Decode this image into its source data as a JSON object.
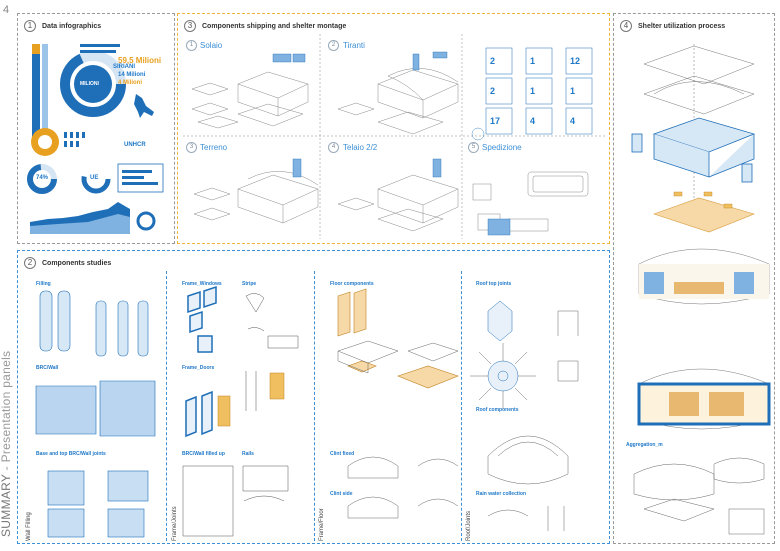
{
  "page": {
    "number": "4"
  },
  "side_title": {
    "bold": "SUMMARY",
    "rest": " - Presentation panels"
  },
  "panels": {
    "p1": {
      "num": "1",
      "title": "Data infographics"
    },
    "p2": {
      "num": "2",
      "title": "Components studies"
    },
    "p3": {
      "num": "3",
      "title": "Components shipping and shelter montage"
    },
    "p4": {
      "num": "4",
      "title": "Shelter utilization process"
    }
  },
  "p1": {
    "stats": [
      "59,5 Milioni",
      "SIRIANI",
      "14 Milioni",
      "4 Milioni",
      "MILIONI",
      "74%",
      "UE",
      "UNHCR"
    ]
  },
  "p3": {
    "tiles": [
      {
        "num": "1",
        "title": "Solaio"
      },
      {
        "num": "2",
        "title": "Tiranti"
      },
      {
        "num": "3",
        "title": "Terreno"
      },
      {
        "num": "4",
        "title": "Telaio 2/2"
      },
      {
        "num": "5",
        "title": "Spedizione"
      }
    ],
    "counts": [
      "2",
      "1",
      "12",
      "2",
      "1",
      "1",
      "17",
      "4",
      "4"
    ]
  },
  "p2": {
    "col1": {
      "label": "Wall Filling",
      "titles": [
        "Filling",
        "BRC/Wall",
        "Base and top BRC/Wall joints"
      ]
    },
    "col2": {
      "label": "Frame/Joints",
      "titles": [
        "Frame_Windows",
        "Stripe",
        "Frame_Doors",
        "BRC/Wall filled up",
        "Rails"
      ]
    },
    "col3": {
      "label": "Frame/Floor",
      "titles": [
        "Floor components",
        "Clint fixed",
        "Clint side"
      ]
    },
    "col4": {
      "label": "Roof/Joints",
      "titles": [
        "Roof top joints",
        "Roof components",
        "Rain water collection"
      ]
    }
  },
  "p4": {
    "caption": "Aggregation_m"
  }
}
